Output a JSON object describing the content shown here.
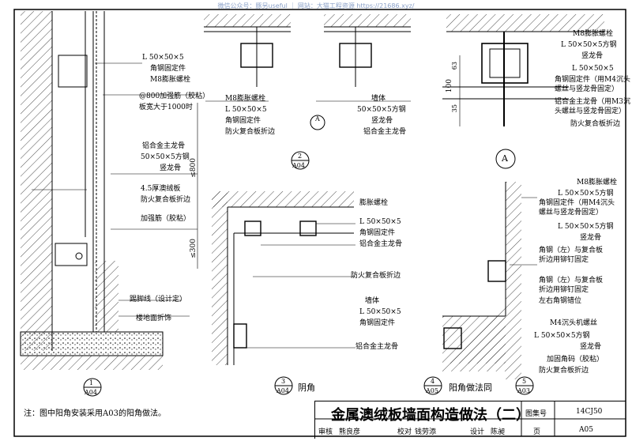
{
  "watermark": "微信公众号：豚另useful ｜ 网站：大猫工程资源 https://21686.xyz/",
  "left_detail": {
    "labels": [
      "L 50×50×5",
      "角钢固定件",
      "M8膨胀螺栓",
      "@800加强筋（胶粘）",
      "板宽大于1000时",
      "铝合金主龙骨",
      "50×50×5方钢",
      "竖龙骨",
      "4.5厚澳绒板",
      "防火复合板折边",
      "加强筋（胶粘）",
      "踢脚线（设计定）",
      "楼地面折饰"
    ],
    "dims": [
      "≤800",
      "≤300"
    ],
    "ref": {
      "num": "1",
      "sheet": "A04"
    }
  },
  "detail2": {
    "labels": [
      "M8膨胀螺栓",
      "L 50×50×5",
      "角钢固定件",
      "防火复合板折边",
      "墙体",
      "50×50×5方钢",
      "竖龙骨",
      "铝合金主龙骨"
    ],
    "ref": {
      "num": "2",
      "sheet": "A04"
    },
    "tag": "A"
  },
  "detailA": {
    "title": "A",
    "labels": [
      "M8膨胀螺栓",
      "L 50×50×5方钢",
      "竖龙骨",
      "L 50×50×5",
      "角钢固定件（用M4沉头",
      "螺丝与竖龙骨固定）",
      "铝合金主龙骨（用M3沉",
      "头螺丝与竖龙骨固定）",
      "防火复合板折边"
    ],
    "dims": [
      "100",
      "63",
      "35"
    ]
  },
  "detail3": {
    "labels": [
      "膨胀螺栓",
      "L 50×50×5",
      "角钢固定件",
      "铝合金主龙骨",
      "防火复合板折边",
      "墙体",
      "L 50×50×5",
      "角钢固定件",
      "铝合金主龙骨"
    ],
    "ref": {
      "num": "3",
      "sheet": "A04"
    },
    "caption": "阴角"
  },
  "detail4": {
    "labels": [
      "M8膨胀螺栓",
      "L 50×50×5方钢",
      "角钢固定件（用M4沉头",
      "螺丝与竖龙骨固定）",
      "L 50×50×5方钢",
      "竖龙骨",
      "角钢（左）与复合板",
      "折边用铆钉固定",
      "角钢（左）与复合板",
      "折边用铆钉固定",
      "左右角钢错位",
      "M4沉头机螺丝",
      "L 50×50×5方钢",
      "竖龙骨",
      "加固角码（胶粘）",
      "防火复合板折边"
    ],
    "ref4": {
      "num": "4",
      "sheet": "A05"
    },
    "caption": "阳角做法同",
    "ref5": {
      "num": "5",
      "sheet": "A03"
    }
  },
  "note": "注：图中阳角安装采用A03的阳角做法。",
  "title_block": {
    "title": "金属澳绒板墙面构造做法（二）",
    "atlas_label": "图集号",
    "atlas_no": "14CJ50",
    "review": "审核",
    "reviewer": "熊良彦",
    "check": "校对",
    "checker": "钱劳添",
    "design": "设计",
    "designer": "陈昶",
    "page_label": "页",
    "page_no": "A05"
  }
}
